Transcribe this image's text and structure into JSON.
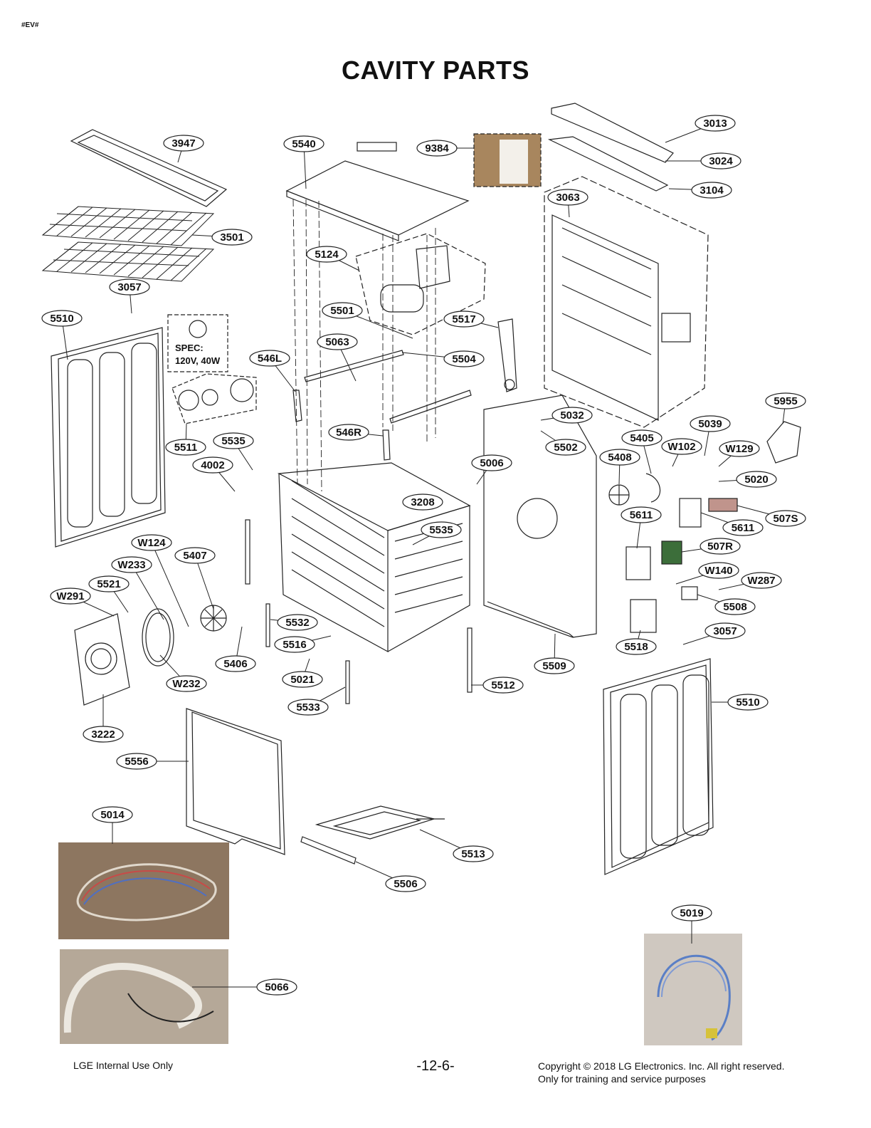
{
  "doc_tag": "#EV#",
  "title": "CAVITY PARTS",
  "spec_note": {
    "line1": "SPEC:",
    "line2": "120V, 40W"
  },
  "footer": {
    "left": "LGE Internal Use Only",
    "page": "-12-6-",
    "right_line1": "Copyright © 2018 LG Electronics. Inc. All right reserved.",
    "right_line2": "Only for training and service purposes"
  },
  "colors": {
    "line": "#222222",
    "photo_bg": "#a88a68",
    "blue_cable": "#5a7fc6",
    "cable_white": "#e8e6e0"
  },
  "callouts": {
    "c3947": "3947",
    "c3501": "3501",
    "c3057a": "3057",
    "c5510a": "5510",
    "c5511": "5511",
    "c5535a": "5535",
    "c4002": "4002",
    "cW124": "W124",
    "cW233": "W233",
    "c5521": "5521",
    "cW291": "W291",
    "c5407": "5407",
    "c5406": "5406",
    "cW232": "W232",
    "c3222": "3222",
    "c5540": "5540",
    "c9384": "9384",
    "c5124": "5124",
    "c5501": "5501",
    "c5063": "5063",
    "c546L": "546L",
    "c546R": "546R",
    "c5517": "5517",
    "c5504": "5504",
    "c3208": "3208",
    "c5535b": "5535",
    "c5532": "5532",
    "c5516": "5516",
    "c5021": "5021",
    "c5533": "5533",
    "c5512": "5512",
    "c5556": "5556",
    "c5014": "5014",
    "c5066": "5066",
    "c5513": "5513",
    "c5506": "5506",
    "c3013": "3013",
    "c3024": "3024",
    "c3104": "3104",
    "c3063": "3063",
    "c5032": "5032",
    "c5502": "5502",
    "c5006": "5006",
    "c5408": "5408",
    "c5405": "5405",
    "c5039": "5039",
    "cW102": "W102",
    "cW129": "W129",
    "c5955": "5955",
    "c5020": "5020",
    "c507S": "507S",
    "c5611a": "5611",
    "c5611b": "5611",
    "c507R": "507R",
    "cW140": "W140",
    "cW287": "W287",
    "c5508": "5508",
    "c5518": "5518",
    "c5509": "5509",
    "c3057b": "3057",
    "c5510b": "5510",
    "c5019": "5019"
  }
}
